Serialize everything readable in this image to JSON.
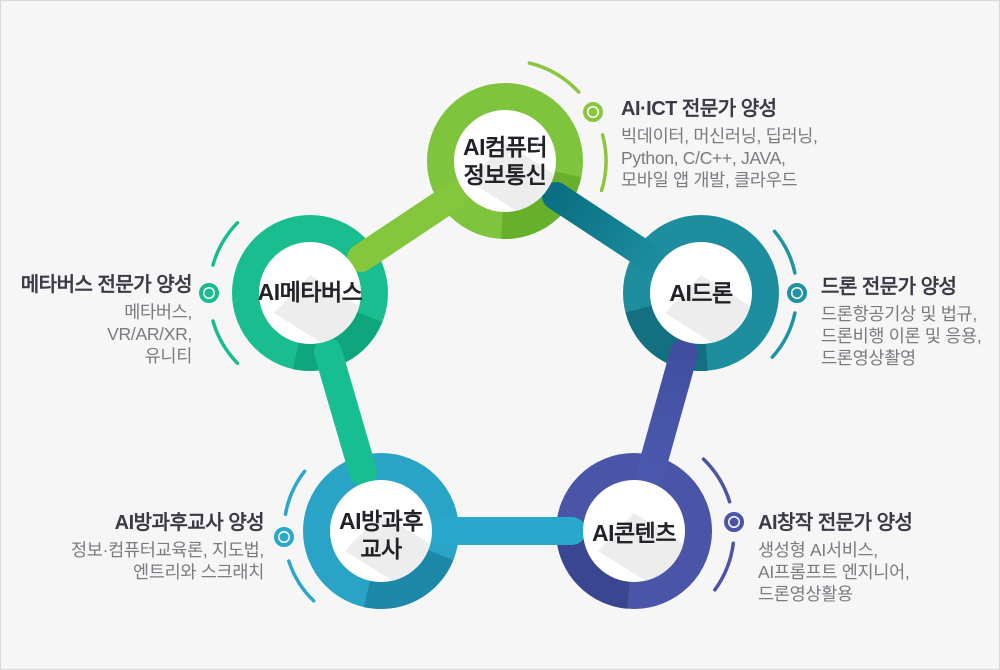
{
  "canvas": {
    "background": "#f6f6f6",
    "border": "#d9d9d9"
  },
  "nodes": {
    "computer": {
      "label_line1": "AI컴퓨터",
      "label_line2": "정보통신",
      "color": "#7EC43D",
      "shadow_color": "#68B02C",
      "accent": "#8CC63F",
      "annotation": {
        "title": "AI·ICT 전문가 양성",
        "line1": "빅데이터, 머신러닝, 딥러닝,",
        "line2": "Python, C/C++, JAVA,",
        "line3": "모바일 앱 개발, 클라우드"
      }
    },
    "drone": {
      "label_line1": "AI드론",
      "color": "#1E8E9E",
      "shadow_color": "#147080",
      "accent": "#1E93A3",
      "annotation": {
        "title": "드론 전문가 양성",
        "line1": "드론항공기상 및 법규,",
        "line2": "드론비행 이론 및 응용,",
        "line3": "드론영상촬영"
      }
    },
    "content": {
      "label_line1": "AI콘텐츠",
      "color": "#4A55A8",
      "shadow_color": "#3A468F",
      "accent": "#4A55A8",
      "annotation": {
        "title": "AI창작 전문가 양성",
        "line1": "생성형 AI서비스,",
        "line2": "AI프롬프트 엔지니어,",
        "line3": "드론영상활용"
      }
    },
    "afterschool": {
      "label_line1": "AI방과후",
      "label_line2": "교사",
      "color": "#29A4C6",
      "shadow_color": "#1D88A8",
      "accent": "#29A7CC",
      "annotation": {
        "title": "AI방과후교사 양성",
        "line1": "정보·컴퓨터교육론, 지도법,",
        "line2": "엔트리와 스크래치"
      }
    },
    "metaverse": {
      "label_line1": "AI메타버스",
      "color": "#1ABD8F",
      "shadow_color": "#10A67D",
      "accent": "#17BD8F",
      "annotation": {
        "title": "메타버스 전문가 양성",
        "line1": "메타버스,",
        "line2": "VR/AR/XR,",
        "line3": "유니티"
      }
    }
  },
  "connectors": {
    "metaverse_computer": {
      "color": "#85C73C"
    },
    "computer_drone": {
      "from": "#0A6F82",
      "to": "#1B8C9D"
    },
    "drone_content": {
      "from": "#414EA0",
      "to": "#4C58AE"
    },
    "content_afterschool": {
      "color": "#29A7CC"
    },
    "afterschool_metaverse": {
      "color": "#17BE92"
    }
  }
}
